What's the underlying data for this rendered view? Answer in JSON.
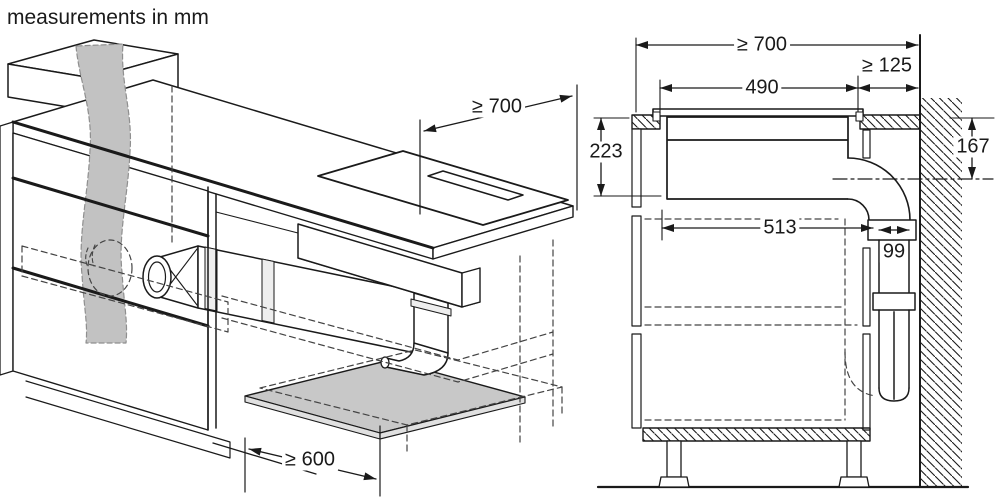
{
  "title": "measurements in mm",
  "perspective_view": {
    "worktop_depth": "≥ 700",
    "plinth_depth": "≥ 600"
  },
  "section_view": {
    "worktop_depth": "≥ 700",
    "rear_clearance": "≥ 125",
    "cutout_width": "490",
    "installation_depth": "223",
    "duct_drop_below_worktop": "167",
    "clearance_width_below": "513",
    "duct_width": "99"
  },
  "colors": {
    "line": "#1a1a1a",
    "duct_shading": "#c2c2c2",
    "panel_shading": "#c8c8c8",
    "background": "#ffffff"
  }
}
